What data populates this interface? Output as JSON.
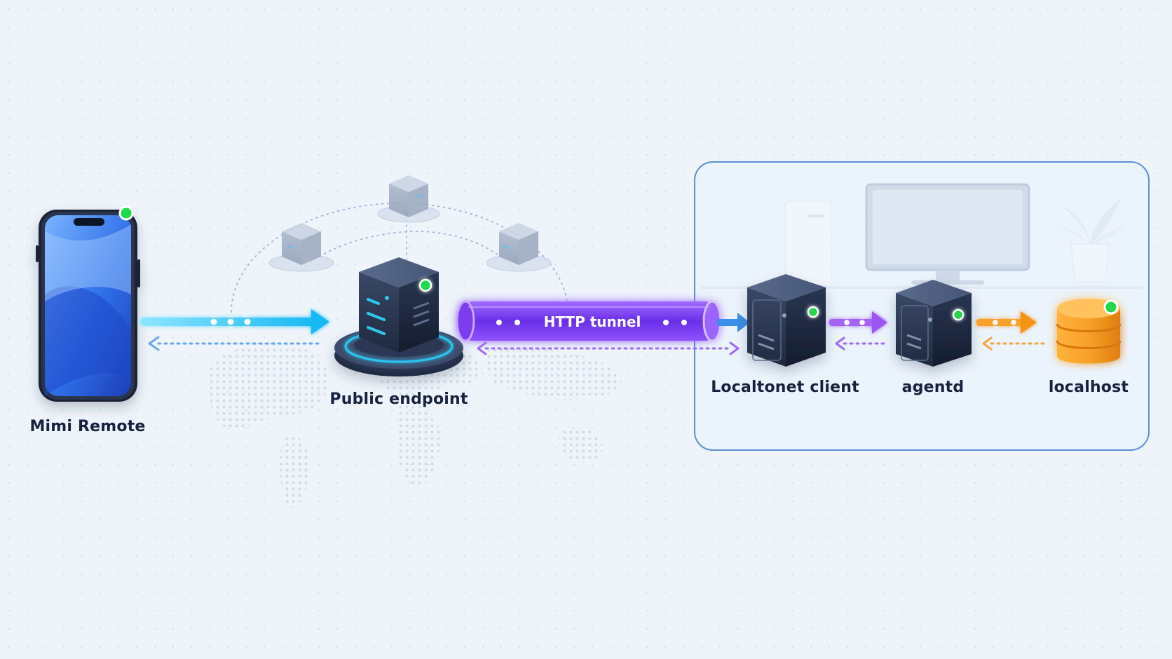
{
  "nodes": {
    "phone": "Mimi Remote",
    "endpoint": "Public endpoint",
    "client": "Localtonet client",
    "agentd": "agentd",
    "localhost": "localhost"
  },
  "tunnel_label": "HTTP tunnel",
  "colors": {
    "background": "#eef4fa",
    "cyan_arrow": "#2fc6f2",
    "blue_arrow": "#3b8fe8",
    "tunnel": "#7d3df0",
    "purple_arrow": "#a463f5",
    "orange_arrow": "#f7a12a",
    "status_green": "#22d84f",
    "server_dark": "#2c3a55",
    "server_accent": "#29c5f0"
  },
  "icons": [
    "phone-icon",
    "server-icon",
    "database-icon",
    "monitor-icon",
    "plant-icon",
    "world-map"
  ]
}
